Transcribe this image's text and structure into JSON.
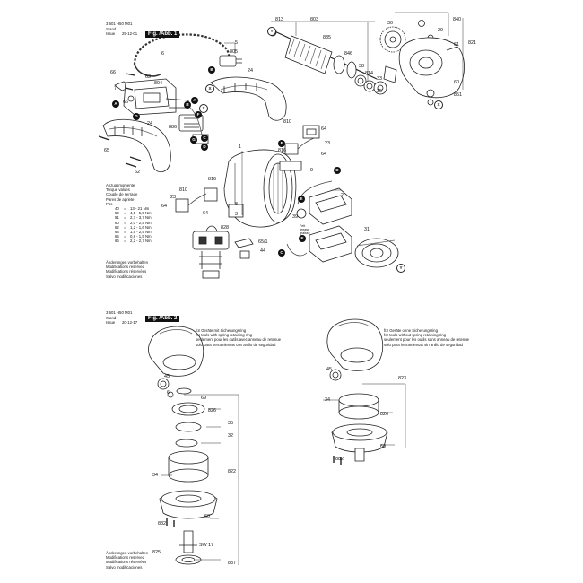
{
  "sheet1": {
    "doc_number": "3 601 H50 M01",
    "stand_label": "Stand",
    "issue_label": "Issue",
    "date": "25-12-01",
    "fig_label": "Fig. /Abb. 1",
    "torque_legend": [
      "Anzugsmomente",
      "Torque values",
      "Couple de serrage",
      "Pares de apriete",
      "Pos"
    ],
    "torque_table": [
      {
        "pos": "40",
        "range": "13 - 21 Nm"
      },
      {
        "pos": "50",
        "range": "4,5 - 5,5 Nm"
      },
      {
        "pos": "51",
        "range": "2,7 - 3,7 Nm"
      },
      {
        "pos": "60",
        "range": "2,0 - 2,5 Nm"
      },
      {
        "pos": "62",
        "range": "1,2 - 1,6 Nm"
      },
      {
        "pos": "64",
        "range": "1,5 - 2,5 Nm"
      },
      {
        "pos": "65",
        "range": "0,8 - 1,5 Nm"
      },
      {
        "pos": "66",
        "range": "2,2 - 2,7 Nm"
      }
    ],
    "changes": [
      "Änderungen vorbehalten",
      "Modifications reserved",
      "Modifications réservées",
      "Salvo modificaciones"
    ],
    "fett_note": [
      "Fett",
      "grease",
      "graisse"
    ],
    "callouts": [
      {
        "t": "5"
      },
      {
        "t": "805"
      },
      {
        "t": "6"
      },
      {
        "t": "66"
      },
      {
        "t": "63"
      },
      {
        "t": "804"
      },
      {
        "t": "7"
      },
      {
        "t": "66"
      },
      {
        "t": "24"
      },
      {
        "t": "24"
      },
      {
        "t": "65"
      },
      {
        "t": "62"
      },
      {
        "t": "886"
      },
      {
        "t": "813"
      },
      {
        "t": "803"
      },
      {
        "t": "835"
      },
      {
        "t": "846"
      },
      {
        "t": "38"
      },
      {
        "t": "814"
      },
      {
        "t": "33"
      },
      {
        "t": "35"
      },
      {
        "t": "30"
      },
      {
        "t": "29"
      },
      {
        "t": "840"
      },
      {
        "t": "61"
      },
      {
        "t": "821"
      },
      {
        "t": "60"
      },
      {
        "t": "851"
      },
      {
        "t": "810"
      },
      {
        "t": "64"
      },
      {
        "t": "23"
      },
      {
        "t": "816"
      },
      {
        "t": "64"
      },
      {
        "t": "9"
      },
      {
        "t": "1"
      },
      {
        "t": "810"
      },
      {
        "t": "816"
      },
      {
        "t": "23"
      },
      {
        "t": "64"
      },
      {
        "t": "64"
      },
      {
        "t": "8"
      },
      {
        "t": "2"
      },
      {
        "t": "39"
      },
      {
        "t": "828"
      },
      {
        "t": "3"
      },
      {
        "t": "65/1"
      },
      {
        "t": "44"
      },
      {
        "t": "31"
      }
    ],
    "markers": [
      {
        "t": "Y"
      },
      {
        "t": "B"
      },
      {
        "t": "X"
      },
      {
        "t": "A"
      },
      {
        "t": "B"
      },
      {
        "t": "G"
      },
      {
        "t": "A"
      },
      {
        "t": "X"
      },
      {
        "t": "F"
      },
      {
        "t": "G"
      },
      {
        "t": "D"
      },
      {
        "t": "C"
      },
      {
        "t": "E"
      },
      {
        "t": "D"
      },
      {
        "t": "E"
      },
      {
        "t": "C"
      },
      {
        "t": "Y"
      },
      {
        "t": "X"
      },
      {
        "t": "F"
      }
    ]
  },
  "sheet2": {
    "doc_number": "3 601 H50 M01",
    "stand_label": "Stand",
    "issue_label": "Issue",
    "date": "20-12-17",
    "fig_label": "Fig. /Abb. 2",
    "with_ring": [
      "für Geräte mit Sicherungsring",
      "for tools with spring retaining ring",
      "seulement pour les outils avec anneau de retenue",
      "solo para herramientas con anillo de seguridad"
    ],
    "without_ring": [
      "für Geräte ohne Sicherungsring",
      "for tools without spring retaining ring",
      "seulement pour les outils sans anneau de retenue",
      "solo para herramientas sin anillo de seguridad"
    ],
    "changes": [
      "Änderungen vorbehalten",
      "Modifications reserved",
      "Modifications réservées",
      "Salvo modificaciones"
    ],
    "callouts": [
      {
        "t": "45"
      },
      {
        "t": "6"
      },
      {
        "t": "69"
      },
      {
        "t": "826"
      },
      {
        "t": "35"
      },
      {
        "t": "32"
      },
      {
        "t": "822"
      },
      {
        "t": "34"
      },
      {
        "t": "60"
      },
      {
        "t": "882"
      },
      {
        "t": "825"
      },
      {
        "t": "SW 17"
      },
      {
        "t": "837"
      },
      {
        "t": "45"
      },
      {
        "t": "34"
      },
      {
        "t": "823"
      },
      {
        "t": "826"
      },
      {
        "t": "60"
      },
      {
        "t": "882"
      }
    ]
  }
}
